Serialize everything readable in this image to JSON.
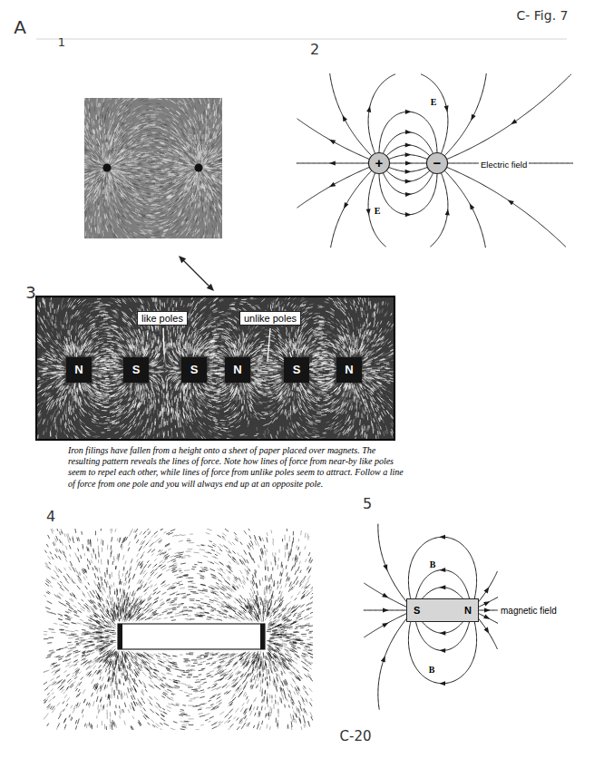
{
  "diagram": {
    "caption": "Iron filings have fallen from a height onto a sheet of paper placed over magnets. The resulting pattern reveals the lines of force. Note how lines of force from near-by like poles seem to repel each other, while lines of force from unlike poles seem to attract. Follow a line of force from one pole and you will always end up at an opposite pole.",
    "nodes": [
      {
        "text": [
          "+"
        ]
      },
      {
        "text": [
          "−"
        ]
      },
      {
        "text": [
          "like poles"
        ]
      },
      {
        "text": [
          "unlike poles"
        ]
      },
      {
        "text": [
          "S",
          "N"
        ]
      }
    ],
    "labels": [
      "A",
      "C- Fig. 7",
      "1",
      "2",
      "E",
      "Electric field",
      "E",
      "3",
      "N",
      "S",
      "S",
      "N",
      "S",
      "N",
      "4",
      "5",
      "B",
      "magnetic field",
      "B",
      "C-20"
    ]
  }
}
